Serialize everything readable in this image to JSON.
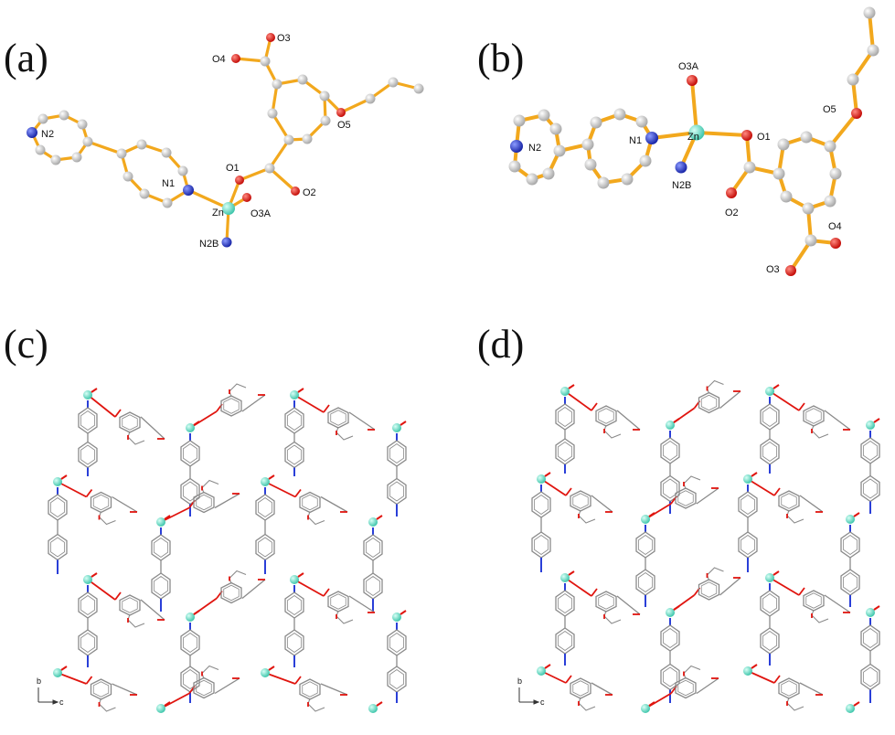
{
  "panels": {
    "a": {
      "letter": "(a)",
      "labels": {
        "O3": "O3",
        "O4": "O4",
        "O5": "O5",
        "N2": "N2",
        "N1": "N1",
        "O1": "O1",
        "O2": "O2",
        "Zn": "Zn",
        "O3A": "O3A",
        "N2B": "N2B"
      }
    },
    "b": {
      "letter": "(b)",
      "labels": {
        "O3A": "O3A",
        "O5": "O5",
        "N2": "N2",
        "N1": "N1",
        "Zn": "Zn",
        "O1": "O1",
        "N2B": "N2B",
        "O2": "O2",
        "O4": "O4",
        "O3": "O3"
      }
    },
    "c": {
      "letter": "(c)",
      "axis_b": "b",
      "axis_c": "c"
    },
    "d": {
      "letter": "(d)",
      "axis_b": "b",
      "axis_c": "c"
    }
  },
  "colors": {
    "bond": "#f2a81d",
    "carbon": "#cfcfcf",
    "oxygen": "#e0150f",
    "nitrogen": "#2a3fd8",
    "zinc": "#79e3cf",
    "wire_gray": "#8a8a8a"
  }
}
